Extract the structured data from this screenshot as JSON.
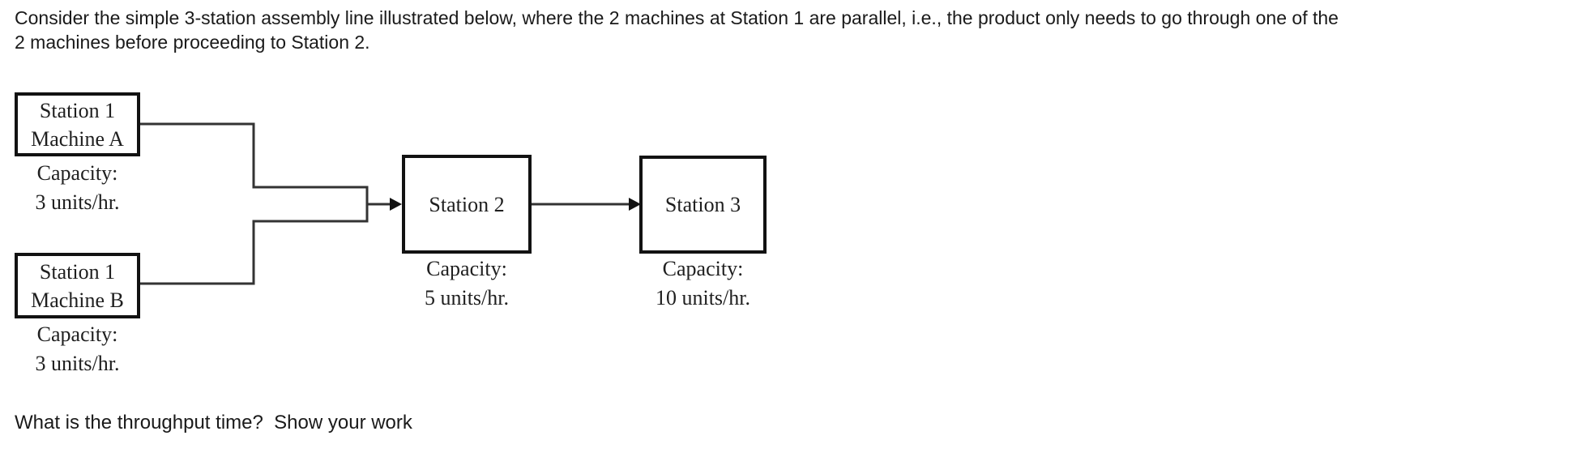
{
  "colors": {
    "background": "#ffffff",
    "ink": "#1a1a1a",
    "diagram_ink": "#1f1f1f",
    "box_border": "#121212",
    "connector_line": "#333333"
  },
  "question": {
    "line1": "Consider the simple 3-station assembly line illustrated below, where the 2 machines at Station 1 are parallel, i.e., the product only needs to go through one of the",
    "line2": "2 machines before proceeding to Station 2."
  },
  "diagram": {
    "machine_a": {
      "title_line1": "Station 1",
      "title_line2": "Machine A",
      "capacity_label": "Capacity:",
      "capacity_value": "3 units/hr."
    },
    "machine_b": {
      "title_line1": "Station 1",
      "title_line2": "Machine B",
      "capacity_label": "Capacity:",
      "capacity_value": "3 units/hr."
    },
    "station_2": {
      "title": "Station 2",
      "capacity_label": "Capacity:",
      "capacity_value": "5 units/hr."
    },
    "station_3": {
      "title": "Station 3",
      "capacity_label": "Capacity:",
      "capacity_value": "10 units/hr."
    }
  },
  "prompt": "What is the throughput time?  Show your work"
}
